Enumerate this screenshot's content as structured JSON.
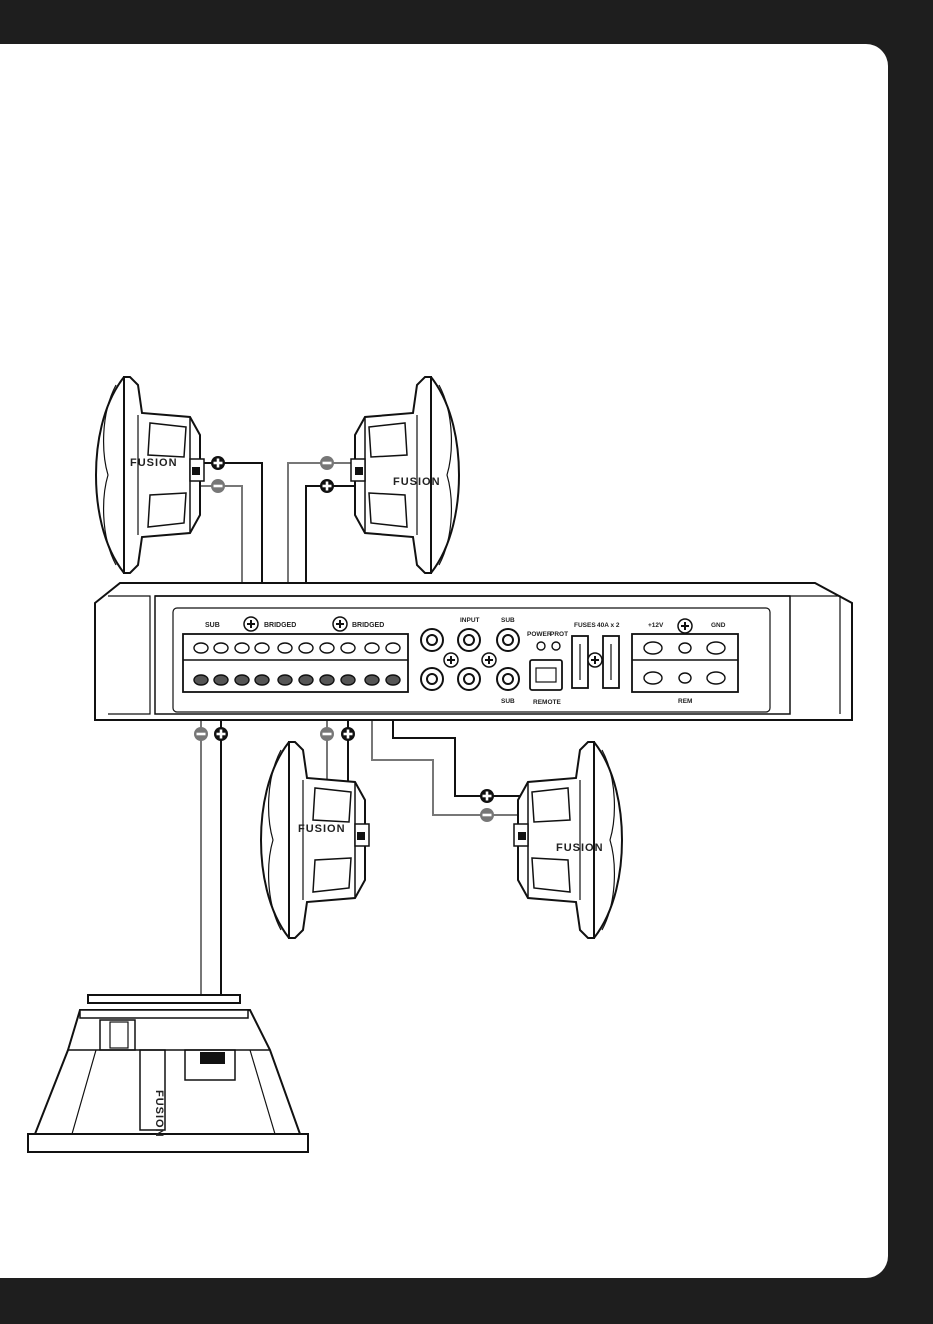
{
  "amplifier": {
    "terminal_labels": {
      "sub": "SUB",
      "bridged_1": "BRIDGED",
      "bridged_2": "BRIDGED"
    },
    "input_label": "INPUT",
    "sub_top": "SUB",
    "sub_bottom": "SUB",
    "power": "POWER",
    "prot": "PROT",
    "remote": "REMOTE",
    "fuses": "FUSES",
    "fuse_rating": "40A x 2",
    "plus12v": "+12V",
    "gnd": "GND",
    "rem": "REM"
  },
  "speakers": {
    "brand": "FUSION",
    "top_left": {
      "plus": "+",
      "minus": "−"
    },
    "top_right": {
      "plus": "+",
      "minus": "−"
    },
    "bottom_mid": {
      "plus": "+",
      "minus": "−"
    },
    "bottom_right": {
      "plus": "+",
      "minus": "−"
    },
    "subwoofer": {
      "plus": "+",
      "minus": "−"
    }
  },
  "colors": {
    "frame": "#1e1e1e",
    "page": "#ffffff",
    "ink": "#1a1a1a",
    "wire_grey": "#7a7a7a"
  }
}
